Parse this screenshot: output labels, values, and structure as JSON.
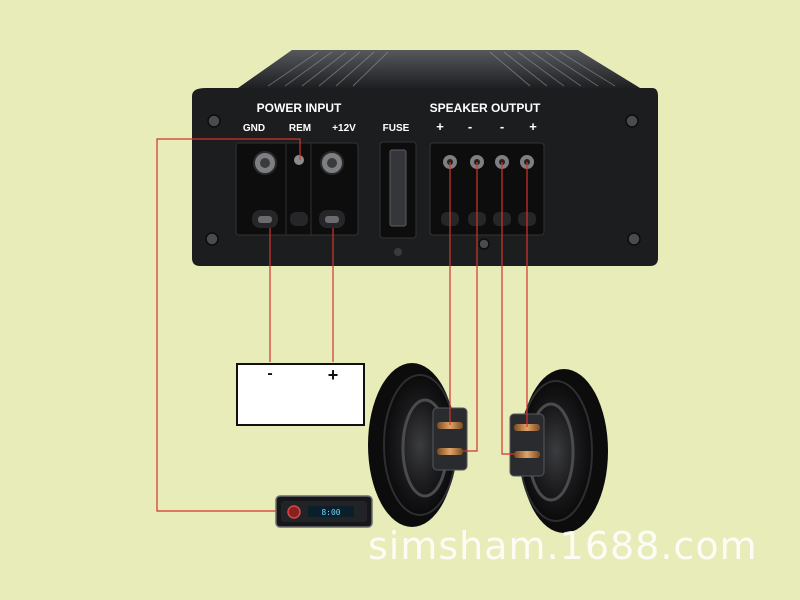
{
  "amplifier": {
    "power_input_title": "POWER INPUT",
    "speaker_output_title": "SPEAKER OUTPUT",
    "fuse_label": "FUSE",
    "power_terminals": [
      "GND",
      "REM",
      "+12V"
    ],
    "speaker_terminals": [
      "+",
      "-",
      "-",
      "+"
    ]
  },
  "battery": {
    "neg_label": "-",
    "pos_label": "+"
  },
  "head_unit": {
    "display_text": "8:00"
  },
  "watermark": "simsham.1688.com",
  "colors": {
    "background": "#e8ecb9",
    "wire": "#d6322c",
    "amp_body": "#1c1d1f"
  }
}
